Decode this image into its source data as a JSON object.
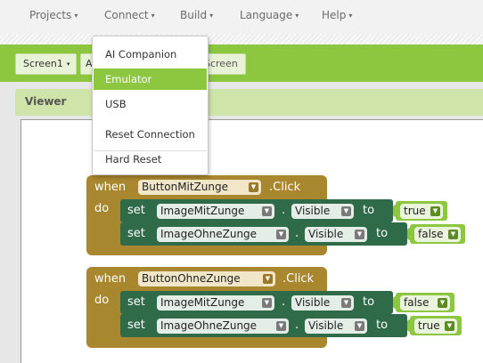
{
  "menu": {
    "items": [
      {
        "label": "Projects",
        "name": "menu-projects"
      },
      {
        "label": "Connect",
        "name": "menu-connect"
      },
      {
        "label": "Build",
        "name": "menu-build"
      },
      {
        "label": "Language",
        "name": "menu-language"
      },
      {
        "label": "Help",
        "name": "menu-help"
      }
    ],
    "caret": "▾"
  },
  "toolbar": {
    "screen_label": "Screen1",
    "add_screen_partial": "A",
    "remove_screen_partial": "Screen"
  },
  "connect_dropdown": {
    "items": [
      "AI Companion",
      "Emulator",
      "USB",
      "Reset Connection",
      "Hard Reset"
    ],
    "selected": "Emulator"
  },
  "viewer": {
    "title": "Viewer"
  },
  "blocks": [
    {
      "when": "when",
      "component": "ButtonMitZunge",
      "event": ".Click",
      "do": "do",
      "statements": [
        {
          "set": "set",
          "component": "ImageMitZunge",
          "dot": ".",
          "property": "Visible",
          "to": "to",
          "value": "true"
        },
        {
          "set": "set",
          "component": "ImageOhneZunge",
          "dot": ".",
          "property": "Visible",
          "to": "to",
          "value": "false"
        }
      ]
    },
    {
      "when": "when",
      "component": "ButtonOhneZunge",
      "event": ".Click",
      "do": "do",
      "statements": [
        {
          "set": "set",
          "component": "ImageMitZunge",
          "dot": ".",
          "property": "Visible",
          "to": "to",
          "value": "false"
        },
        {
          "set": "set",
          "component": "ImageOhneZunge",
          "dot": ".",
          "property": "Visible",
          "to": "to",
          "value": "true"
        }
      ]
    }
  ],
  "colors": {
    "toolbar_green": "#8dc63f",
    "event_block": "#a8872e",
    "setter_block": "#2f6b49",
    "boolean_block": "#8dc63f"
  }
}
